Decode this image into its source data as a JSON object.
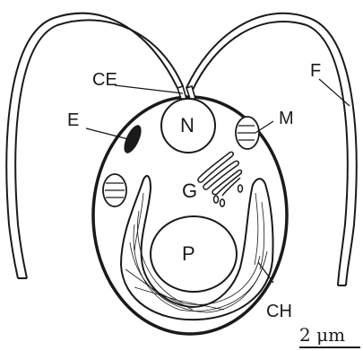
{
  "labels": {
    "flagellum": "F",
    "contractile_element": "CE",
    "eyespot": "E",
    "nucleus": "N",
    "mitochondrion": "M",
    "golgi": "G",
    "pyrenoid": "P",
    "chloroplast": "CH"
  },
  "scale_bar": {
    "text": "2 μm"
  },
  "colors": {
    "stroke": "#1a1a1a",
    "fill": "#ffffff",
    "eyespot": "#1a1a1a"
  }
}
